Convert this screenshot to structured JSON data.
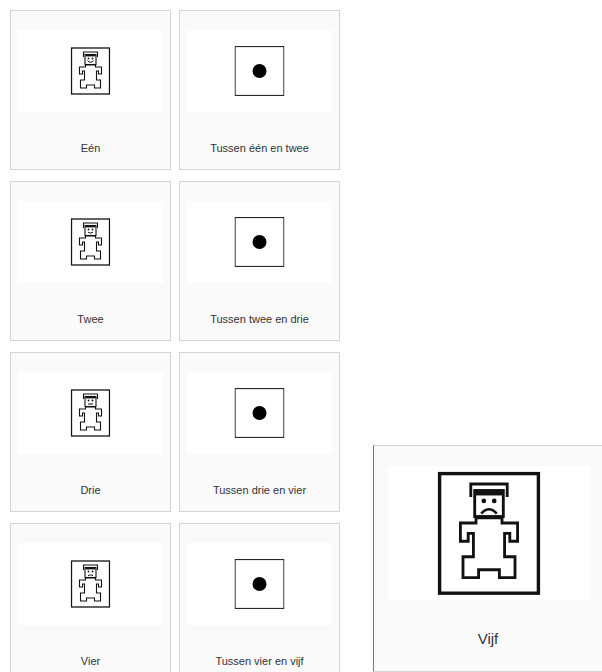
{
  "diagram": {
    "nodes": [
      {
        "text": [
          "Eén"
        ]
      },
      {
        "text": [
          "Tussen één en twee"
        ]
      },
      {
        "text": [
          "Twee"
        ]
      },
      {
        "text": [
          "Tussen twee en drie"
        ]
      },
      {
        "text": [
          "Drie"
        ]
      },
      {
        "text": [
          "Tussen drie en vier"
        ]
      },
      {
        "text": [
          "Vier"
        ]
      },
      {
        "text": [
          "Tussen vier en vijf"
        ]
      },
      {
        "text": [
          "Vijf"
        ]
      }
    ]
  }
}
